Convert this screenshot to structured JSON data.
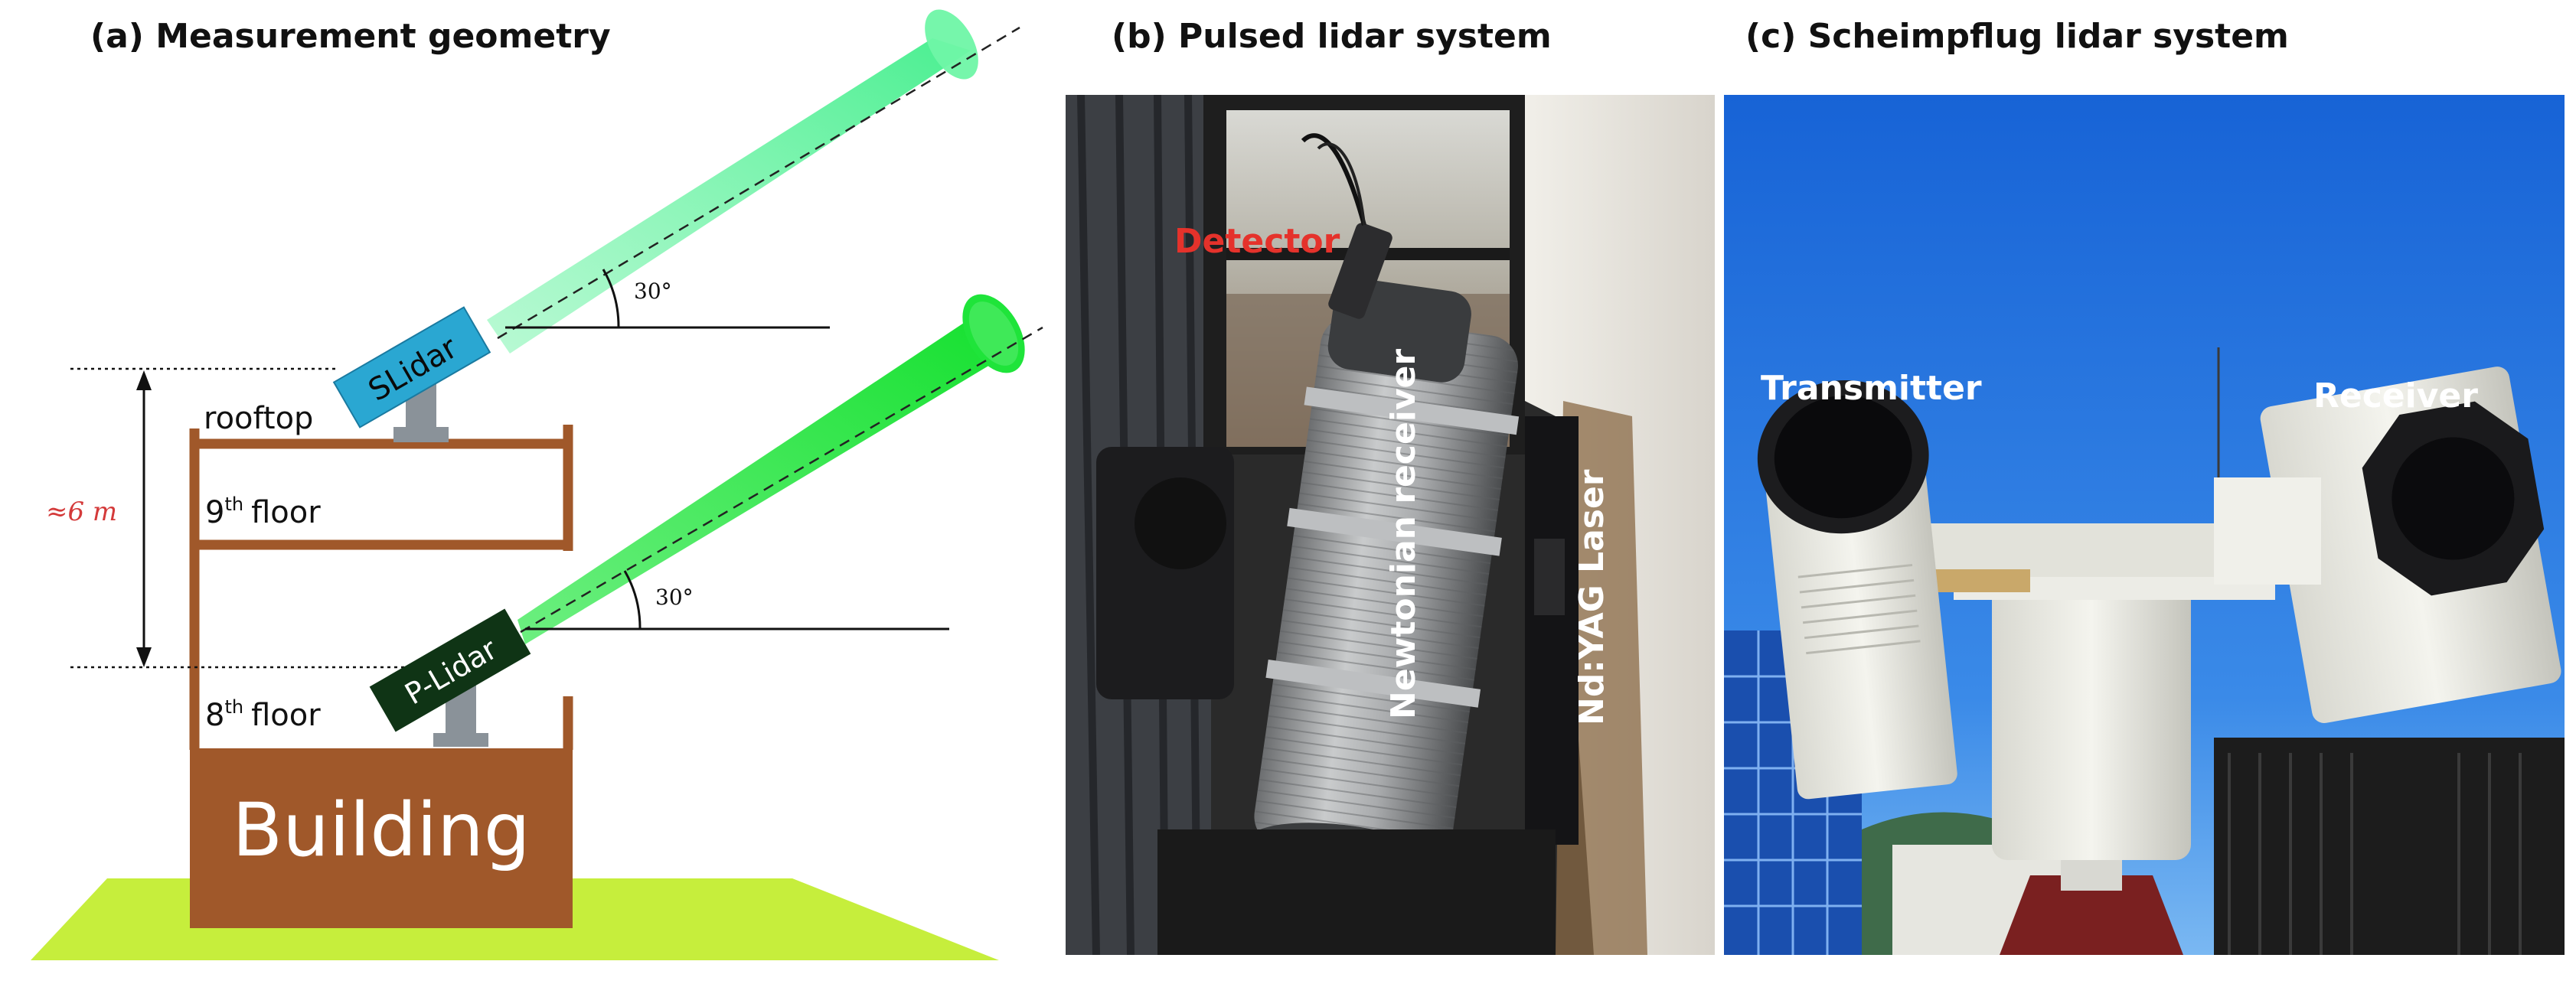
{
  "panels": {
    "a": {
      "title": "(a) Measurement geometry",
      "labels": {
        "slidar": "SLidar",
        "plidar": "P-Lidar",
        "rooftop": "rooftop",
        "floor9_num": "9",
        "floor9_sup": "th",
        "floor9_word": "floor",
        "floor8_num": "8",
        "floor8_sup": "th",
        "floor8_word": "floor",
        "building": "Building",
        "height": "≈6 m",
        "angle_top": "30°",
        "angle_bottom": "30°"
      },
      "colors": {
        "building": "#a0582a",
        "ground": "#c6ee3c",
        "slidar": "#2aa7d2",
        "plidar": "#0f3415",
        "beam_pale": "#5cf29a",
        "beam_bright": "#1fe43a",
        "mount": "#8a9299",
        "height_label": "#d43a3a"
      }
    },
    "b": {
      "title": "(b) Pulsed lidar system",
      "labels": {
        "detector": "Detector",
        "receiver": "Newtonian receiver",
        "laser": "Nd:YAG Laser"
      },
      "colors": {
        "detector": "#e5322b"
      }
    },
    "c": {
      "title": "(c) Scheimpflug lidar system",
      "labels": {
        "transmitter": "Transmitter",
        "receiver": "Receiver"
      },
      "colors": {
        "sky": "#1b6fd8"
      }
    }
  }
}
